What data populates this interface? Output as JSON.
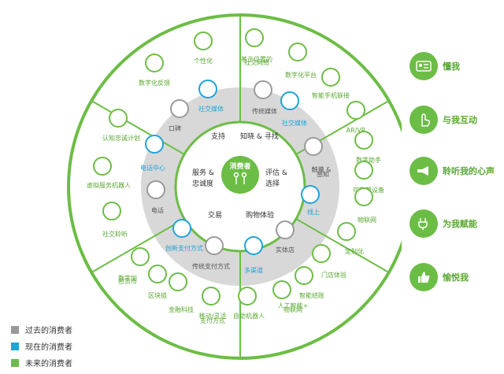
{
  "colors": {
    "green": "#6cbd45",
    "blue": "#1fa3d9",
    "gray": "#9a9a9a",
    "ring_gray": "#d8d8d8"
  },
  "center": {
    "label": "消费者"
  },
  "stages": [
    "支持",
    "知晓 & 寻找",
    "评估 &",
    "选择",
    "购物体验",
    "交易",
    "服务 &",
    "忠诚度"
  ],
  "inner_items": [
    {
      "label": "社交媒体",
      "type": "current",
      "icon": "social-media-icon"
    },
    {
      "label": "口碑",
      "type": "past",
      "icon": "word-of-mouth-icon"
    },
    {
      "label": "传统媒体",
      "type": "past",
      "icon": "traditional-media-icon"
    },
    {
      "label": "社交媒体",
      "type": "current",
      "icon": "social-media-icon"
    },
    {
      "label": "触摸 &",
      "type": "past",
      "icon": "search-icon"
    },
    {
      "label": "感知",
      "type": "past",
      "icon": ""
    },
    {
      "label": "线上",
      "type": "current",
      "icon": "online-icon"
    },
    {
      "label": "实体店",
      "type": "past",
      "icon": "store-icon"
    },
    {
      "label": "多渠道",
      "type": "current",
      "icon": "multichannel-icon"
    },
    {
      "label": "传统支付方式",
      "type": "past",
      "icon": "card-icon"
    },
    {
      "label": "创新支付方式",
      "type": "current",
      "icon": "mobile-pay-icon"
    },
    {
      "label": "电话",
      "type": "past",
      "icon": "phone-icon"
    },
    {
      "label": "电话中心",
      "type": "current",
      "icon": "headset-icon"
    }
  ],
  "outer_items": [
    {
      "label": "个性化",
      "icon": "gear-icon"
    },
    {
      "label": "数字化反馈",
      "icon": "share-icon"
    },
    {
      "label": "基于位置的",
      "icon": "location-icon"
    },
    {
      "label": "社交网络",
      "icon": ""
    },
    {
      "label": "数字化平台",
      "icon": "share-icon"
    },
    {
      "label": "智能手机联接",
      "icon": "smartphone-icon"
    },
    {
      "label": "AR/VR",
      "icon": "vr-icon"
    },
    {
      "label": "数字助手",
      "icon": "assistant-icon"
    },
    {
      "label": "可穿戴设备",
      "icon": "wearable-icon"
    },
    {
      "label": "物联网",
      "icon": "iot-icon"
    },
    {
      "label": "定制化",
      "icon": "gift-icon"
    },
    {
      "label": "门店体验",
      "icon": "basket-icon"
    },
    {
      "label": "智能结账",
      "icon": "checkout-icon"
    },
    {
      "label": "人工智能+",
      "icon": "ai-icon"
    },
    {
      "label": "物联网",
      "icon": ""
    },
    {
      "label": "自助机器人",
      "icon": "robot-icon"
    },
    {
      "label": "移动/灵活",
      "icon": "mobile-icon"
    },
    {
      "label": "支付方式",
      "icon": ""
    },
    {
      "label": "金融科技",
      "icon": "fintech-icon"
    },
    {
      "label": "区块链",
      "icon": "blockchain-icon"
    },
    {
      "label": "数字加",
      "icon": "crypto-icon"
    },
    {
      "label": "密货币",
      "icon": ""
    },
    {
      "label": "社交聆听",
      "icon": "listening-icon"
    },
    {
      "label": "虚拟服务机器人",
      "icon": "chip-icon"
    },
    {
      "label": "认知忠诚计划",
      "icon": "brain-icon"
    }
  ],
  "legend": [
    {
      "label": "过去的消费者",
      "color": "#9a9a9a"
    },
    {
      "label": "现在的消费者",
      "color": "#1fa3d9"
    },
    {
      "label": "未来的消费者",
      "color": "#6cbd45"
    }
  ],
  "right_panel": [
    {
      "label": "懂我",
      "icon": "id-card-icon"
    },
    {
      "label": "与我互动",
      "icon": "touch-icon"
    },
    {
      "label": "聆听我的心声",
      "icon": "megaphone-icon"
    },
    {
      "label": "为我赋能",
      "icon": "plug-icon"
    },
    {
      "label": "愉悦我",
      "icon": "thumbs-up-icon"
    }
  ]
}
